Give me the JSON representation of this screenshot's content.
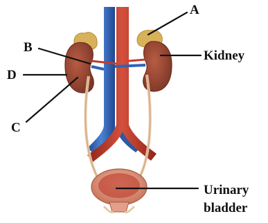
{
  "labels": {
    "a": "A",
    "b": "B",
    "c": "C",
    "d": "D",
    "kidney": "Kidney",
    "bladder_line1": "Urinary",
    "bladder_line2": "bladder"
  },
  "colors": {
    "kidney": "#9c4a35",
    "kidney_dark": "#6e2e20",
    "adrenal": "#d8b25a",
    "aorta": "#c23a2a",
    "vena_cava": "#2f63b8",
    "ureter": "#e9c7a6",
    "bladder": "#e2a08a",
    "bladder_inner": "#c24a3a",
    "leader": "#111111"
  }
}
